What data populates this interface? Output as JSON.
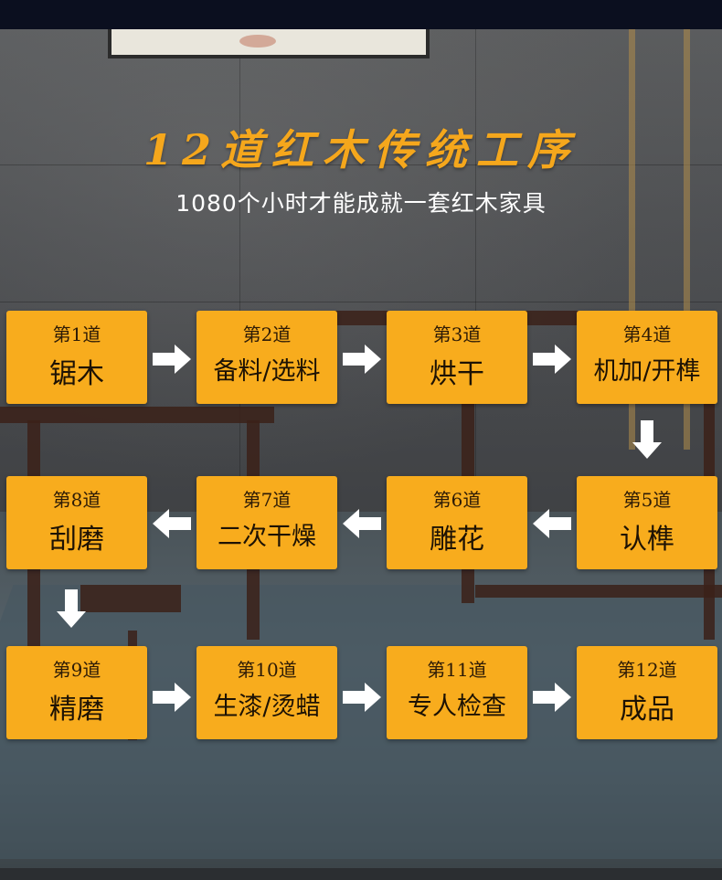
{
  "title": "12道红木传统工序",
  "subtitle": "1080个小时才能成就一套红木家具",
  "colors": {
    "accent": "#f8ac1d",
    "title": "#f5a71c",
    "arrow": "#ffffff"
  },
  "steps": [
    {
      "no": "第1道",
      "name": "锯木"
    },
    {
      "no": "第2道",
      "name": "备料/选料"
    },
    {
      "no": "第3道",
      "name": "烘干"
    },
    {
      "no": "第4道",
      "name": "机加/开榫"
    },
    {
      "no": "第5道",
      "name": "认榫"
    },
    {
      "no": "第6道",
      "name": "雕花"
    },
    {
      "no": "第7道",
      "name": "二次干燥"
    },
    {
      "no": "第8道",
      "name": "刮磨"
    },
    {
      "no": "第9道",
      "name": "精磨"
    },
    {
      "no": "第10道",
      "name": "生漆/烫蜡"
    },
    {
      "no": "第11道",
      "name": "专人检查"
    },
    {
      "no": "第12道",
      "name": "成品"
    }
  ]
}
